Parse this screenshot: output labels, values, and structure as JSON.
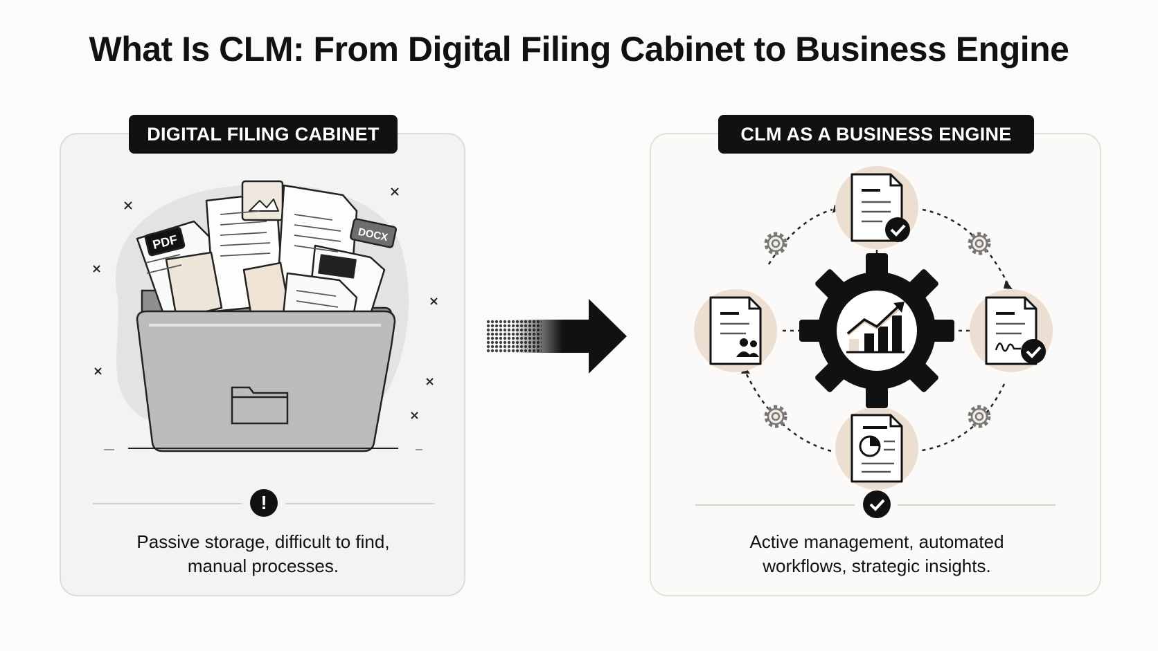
{
  "title": "What Is CLM: From Digital Filing Cabinet to Business Engine",
  "left_panel": {
    "label": "DIGITAL FILING CABINET",
    "file_tags": [
      "PDF",
      "DOCX"
    ],
    "badge_glyph": "!",
    "caption_lines": [
      "Passive storage, difficult to find,",
      "manual processes."
    ]
  },
  "right_panel": {
    "label": "CLM AS A BUSINESS ENGINE",
    "caption_lines": [
      "Active management, automated",
      "workflows, strategic insights."
    ]
  },
  "colors": {
    "accent_beige": "#ecdfd2",
    "ink": "#111111",
    "folder_gray": "#b9b9b9"
  },
  "icons": [
    "warning-icon",
    "check-icon",
    "gear-icon",
    "growth-chart-icon",
    "document-icon",
    "signature-icon",
    "arrow-right-icon",
    "folder-icon"
  ]
}
